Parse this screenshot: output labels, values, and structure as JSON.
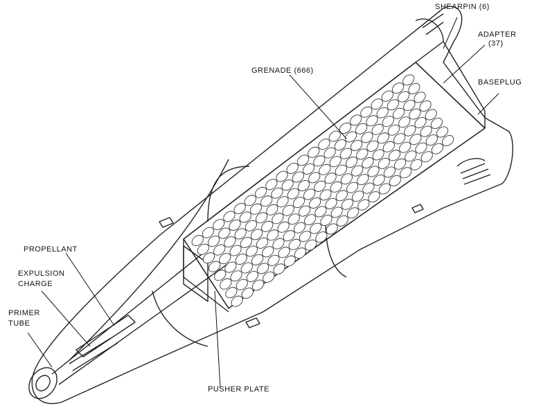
{
  "diagram": {
    "labels": {
      "shearpin": "SHEARPIN (6)",
      "adapter": "ADAPTER",
      "adapter_count": "(37)",
      "baseplug": "BASEPLUG",
      "grenade": "GRENADE (666)",
      "propellant": "PROPELLANT",
      "expulsion_line1": "EXPULSION",
      "expulsion_line2": "CHARGE",
      "primer_line1": "PRIMER",
      "primer_line2": "TUBE",
      "pusher_plate": "PUSHER PLATE"
    }
  }
}
